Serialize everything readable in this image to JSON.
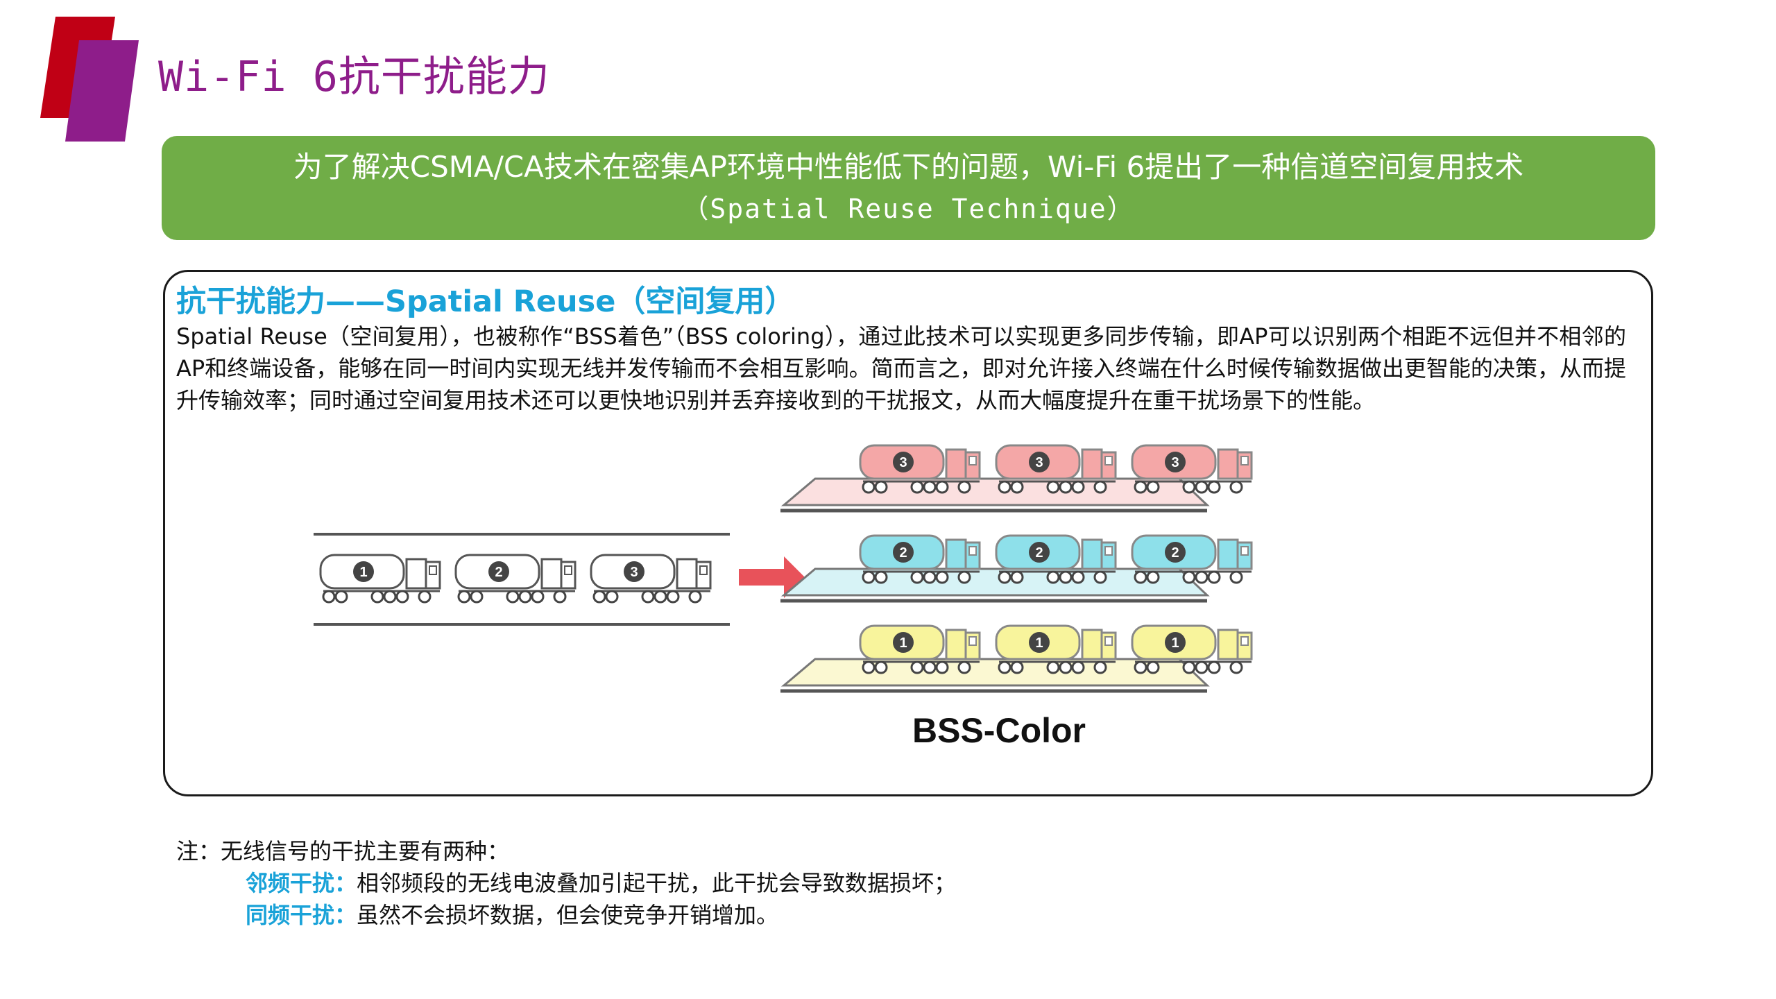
{
  "slide": {
    "title": "Wi-Fi 6抗干扰能力"
  },
  "banner": {
    "line1": "为了解决CSMA/CA技术在密集AP环境中性能低下的问题，Wi-Fi 6提出了一种信道空间复用技术",
    "line2": "（Spatial Reuse Technique）"
  },
  "panel": {
    "heading": "抗干扰能力——Spatial Reuse（空间复用）",
    "body": "Spatial Reuse（空间复用），也被称作“BSS着色”（BSS coloring），通过此技术可以实现更多同步传输，即AP可以识别两个相距不远但并不相邻的AP和终端设备，能够在同一时间内实现无线并发传输而不会相互影响。简而言之，即对允许接入终端在什么时候传输数据做出更智能的决策，从而提升传输效率；同时通过空间复用技术还可以更快地识别并丢弃接收到的干扰报文，从而大幅度提升在重干扰场景下的性能。"
  },
  "diagram": {
    "left_trucks": [
      "1",
      "2",
      "3"
    ],
    "rows": [
      {
        "number": "3",
        "fill": "#f4a7a7",
        "deck": "#fbe0e0"
      },
      {
        "number": "2",
        "fill": "#8ee0ea",
        "deck": "#d7f3f6"
      },
      {
        "number": "1",
        "fill": "#f8f49c",
        "deck": "#fbf8d2"
      }
    ],
    "caption": "BSS-Color",
    "arrow_color": "#e8525a"
  },
  "notes": {
    "intro": "注：无线信号的干扰主要有两种：",
    "items": [
      {
        "term": "邻频干扰：",
        "text": "相邻频段的无线电波叠加引起干扰，此干扰会导致数据损坏；"
      },
      {
        "term": "同频干扰：",
        "text": "虽然不会损坏数据，但会使竞争开销增加。"
      }
    ]
  },
  "colors": {
    "title": "#8e1d8a",
    "banner": "#70ad47",
    "accent_blue": "#19a2d8",
    "logo_red": "#c00015",
    "logo_purple": "#8e1d8a"
  }
}
